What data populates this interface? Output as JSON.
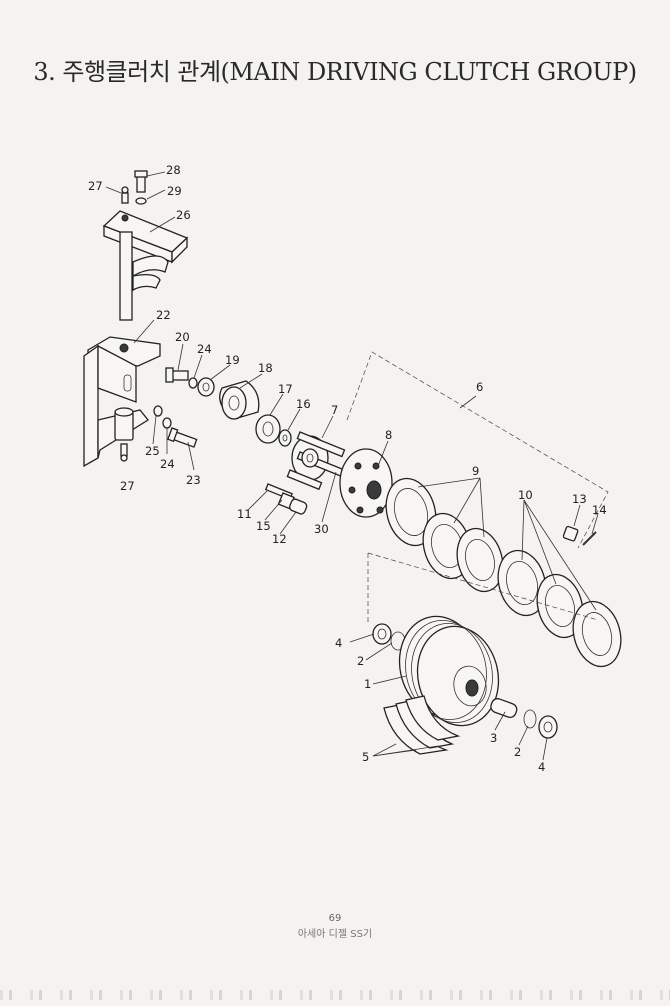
{
  "title": "3. 주행클러치 관계(MAIN DRIVING CLUTCH GROUP)",
  "parts": [
    {
      "number": "28"
    },
    {
      "number": "27"
    },
    {
      "number": "29"
    },
    {
      "number": "26"
    },
    {
      "number": "22"
    },
    {
      "number": "20"
    },
    {
      "number": "24"
    },
    {
      "number": "19"
    },
    {
      "number": "18"
    },
    {
      "number": "17"
    },
    {
      "number": "16"
    },
    {
      "number": "7"
    },
    {
      "number": "6"
    },
    {
      "number": "8"
    },
    {
      "number": "25"
    },
    {
      "number": "24"
    },
    {
      "number": "23"
    },
    {
      "number": "27"
    },
    {
      "number": "11"
    },
    {
      "number": "15"
    },
    {
      "number": "12"
    },
    {
      "number": "30"
    },
    {
      "number": "9"
    },
    {
      "number": "10"
    },
    {
      "number": "13"
    },
    {
      "number": "14"
    },
    {
      "number": "4"
    },
    {
      "number": "2"
    },
    {
      "number": "1"
    },
    {
      "number": "3"
    },
    {
      "number": "2"
    },
    {
      "number": "4"
    },
    {
      "number": "5"
    }
  ],
  "footer": {
    "page_number": "69",
    "company": "아세아 디젤 SS기"
  }
}
